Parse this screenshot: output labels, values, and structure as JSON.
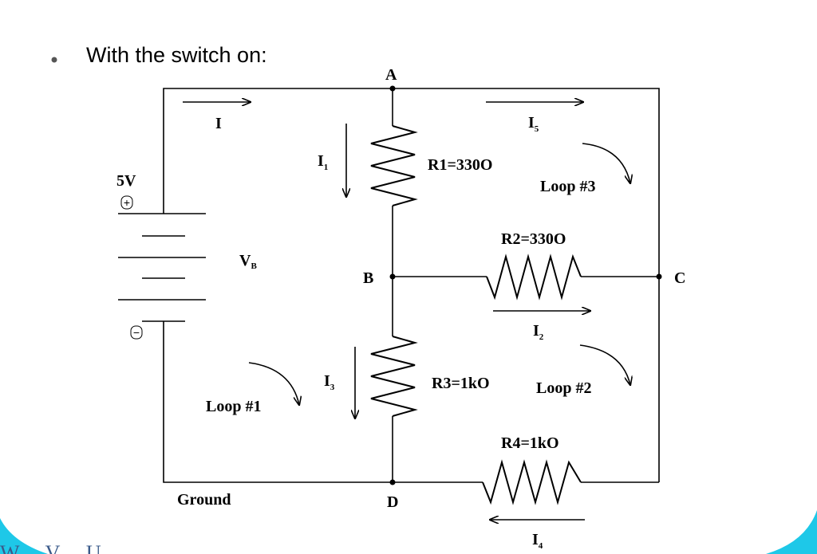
{
  "slide": {
    "bullet_text": "With the switch on:",
    "footer_text": "W… V… U…",
    "accent_color": "#1ec8e8"
  },
  "nodes": {
    "a": "A",
    "b": "B",
    "c": "C",
    "d": "D"
  },
  "battery": {
    "voltage": "5V",
    "name": "V",
    "name_sub": "B",
    "plus": "+",
    "minus": "−"
  },
  "resistors": {
    "r1": "R1=330O",
    "r2": "R2=330O",
    "r3": "R3=1kO",
    "r4": "R4=1kO"
  },
  "currents": {
    "i": "I",
    "i1": {
      "base": "I",
      "sub": "1"
    },
    "i2": {
      "base": "I",
      "sub": "2"
    },
    "i3": {
      "base": "I",
      "sub": "3"
    },
    "i4": {
      "base": "I",
      "sub": "4"
    },
    "i5": {
      "base": "I",
      "sub": "5"
    }
  },
  "loops": {
    "loop1": "Loop #1",
    "loop2": "Loop #2",
    "loop3": "Loop #3"
  },
  "ground": "Ground"
}
